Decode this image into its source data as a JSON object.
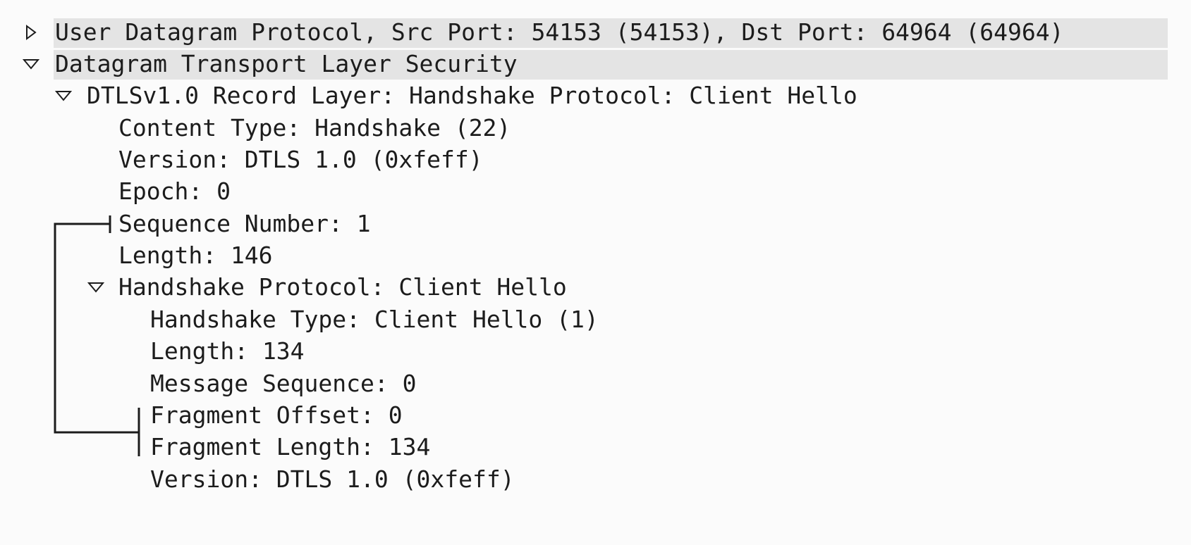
{
  "packet_details": {
    "rows": [
      {
        "label": "User Datagram Protocol, Src Port: 54153 (54153), Dst Port: 64964 (64964)",
        "state": "collapsed"
      },
      {
        "label": "Datagram Transport Layer Security",
        "state": "expanded"
      },
      {
        "label": "DTLSv1.0 Record Layer: Handshake Protocol: Client Hello",
        "state": "expanded"
      },
      {
        "label": "Content Type: Handshake (22)"
      },
      {
        "label": "Version: DTLS 1.0 (0xfeff)"
      },
      {
        "label": "Epoch: 0"
      },
      {
        "label": "Sequence Number: 1"
      },
      {
        "label": "Length: 146"
      },
      {
        "label": "Handshake Protocol: Client Hello",
        "state": "expanded"
      },
      {
        "label": "Handshake Type: Client Hello (1)"
      },
      {
        "label": "Length: 134"
      },
      {
        "label": "Message Sequence: 0"
      },
      {
        "label": "Fragment Offset: 0"
      },
      {
        "label": "Fragment Length: 134"
      },
      {
        "label": "Version: DTLS 1.0 (0xfeff)"
      }
    ]
  },
  "icons": {
    "collapsed": "triangle-right-icon",
    "expanded": "triangle-down-icon"
  },
  "colors": {
    "text": "#1c1c1c",
    "highlight": "#e4e4e4",
    "background": "#fbfbfb"
  }
}
